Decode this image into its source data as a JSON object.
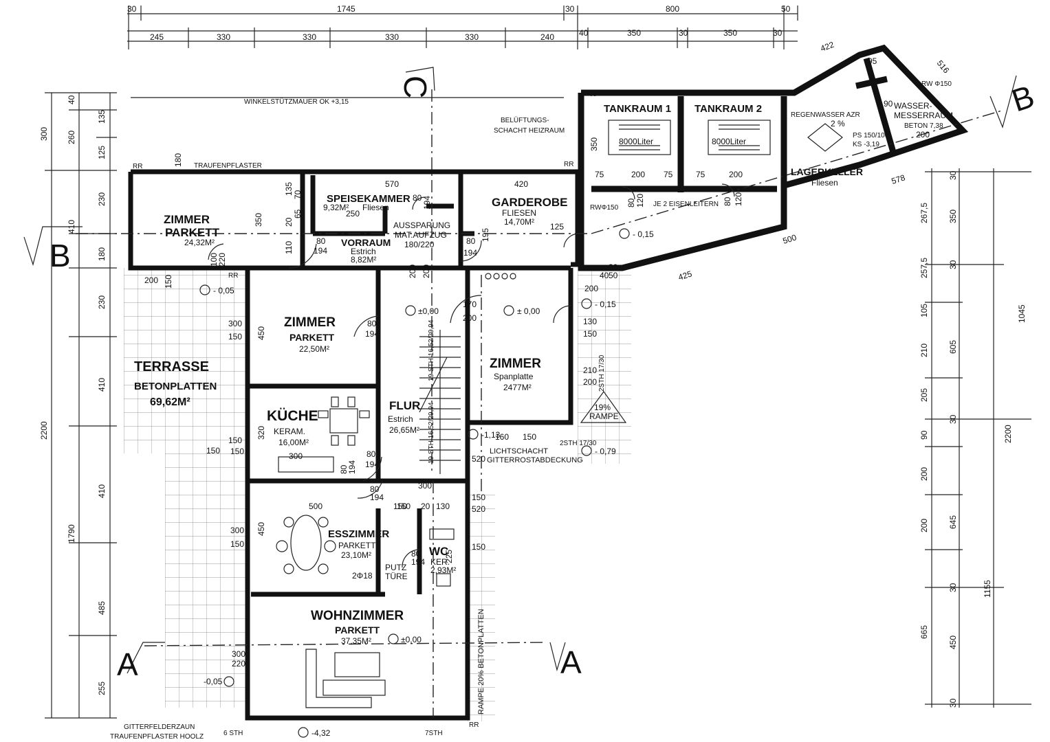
{
  "top_dims_1": [
    "30",
    "1745",
    "30",
    "800",
    "50"
  ],
  "top_dims_2": [
    "245",
    "330",
    "330",
    "330",
    "330",
    "240",
    "40",
    "350",
    "30",
    "350",
    "30"
  ],
  "left_dims_1": [
    "300",
    "410",
    "2200",
    "1790"
  ],
  "left_dims_2": [
    "40",
    "260",
    "230",
    "180",
    "230",
    "410",
    "410",
    "485",
    "255"
  ],
  "left_dims_3": [
    "135",
    "125"
  ],
  "right_dims_1": [
    "1045",
    "2200",
    "1155"
  ],
  "right_dims_2": [
    "30",
    "350",
    "30",
    "605",
    "30",
    "645",
    "30",
    "450",
    "30"
  ],
  "right_dims_3": [
    "267,5",
    "257,5",
    "105",
    "210",
    "205",
    "90",
    "200",
    "200",
    "665"
  ],
  "section_marks": {
    "a": "A",
    "b": "B",
    "c": "C"
  },
  "rooms": {
    "zimmer_w": {
      "name": "ZIMMER",
      "floor": "PARKETT",
      "area": "24,32M²"
    },
    "speisekammer": {
      "name": "SPEISEKAMMER",
      "area": "9,32M²",
      "floor": "Fliesen"
    },
    "vorraum": {
      "name": "VORRAUM",
      "floor": "Estrich",
      "area": "8,82M²"
    },
    "aufzug": {
      "l1": "AUSSPARUNG",
      "l2": "MAT.AUFZUG",
      "l3": "180/220"
    },
    "garderobe": {
      "name": "GARDEROBE",
      "floor": "FLIESEN",
      "area": "14,70M²"
    },
    "tank1": {
      "name": "TANKRAUM 1",
      "tank": "8000Liter"
    },
    "tank2": {
      "name": "TANKRAUM 2",
      "tank": "8000Liter"
    },
    "wasser": {
      "l1": "WASSER-",
      "l2": "MESSERRAUM",
      "l3": "BETON 7,38"
    },
    "lager": {
      "name": "LAGERKELLER",
      "floor": "Fliesen"
    },
    "regen": {
      "l1": "REGENWASSER AZR",
      "l2": "PS 150/100",
      "l3": "KS -3,19"
    },
    "zimmer_c": {
      "name": "ZIMMER",
      "floor": "PARKETT",
      "area": "22,50M²"
    },
    "zimmer_e": {
      "name": "ZIMMER",
      "floor": "Spanplatte",
      "area": "2477M²"
    },
    "terrasse": {
      "name": "TERRASSE",
      "floor": "BETONPLATTEN",
      "area": "69,62M²"
    },
    "kueche": {
      "name": "KÜCHE",
      "floor": "KERAM.",
      "area": "16,00M²"
    },
    "flur": {
      "name": "FLUR",
      "floor": "Estrich",
      "area": "26,65M²"
    },
    "esszimmer": {
      "name": "ESSZIMMER",
      "floor": "PARKETT",
      "area": "23,10M²"
    },
    "wc": {
      "name": "WC",
      "floor": "KER.",
      "area": "2,93M²"
    },
    "putz": {
      "l1": "PUTZ",
      "l2": "TÜRE"
    },
    "wohn": {
      "name": "WOHNZIMMER",
      "floor": "PARKETT",
      "area": "37,35M²"
    }
  },
  "labels": {
    "winkel": "WINKELSTÜTZMAUER OK +3,15",
    "traufen": "TRAUFENPFLASTER",
    "belueftung1": "BELÜFTUNGS-",
    "belueftung2": "SCHACHT HEIZRAUM",
    "leitern": "JE 2 EISENLEITERN",
    "licht1": "LICHTSCHACHT",
    "licht2": "GITTERROSTABDECKUNG",
    "rampe_pct": "19%",
    "rampe": "RAMPE",
    "rampe_long": "RAMPE 20% BETONPLATTEN",
    "gitter": "GITTERFELDERZAUN",
    "traufen_holz": "TRAUFENPFLASTER HOOLZ",
    "stair1": "19 STH 16,52/29,94",
    "stair2": "19 STH 16,52/29,94",
    "sth2": "2STH 17/30",
    "sth2b": "2STH 17/30",
    "sth6": "6 STH",
    "sth7": "7STH",
    "rw150a": "RWΦ150",
    "rw150b": "RW Φ150",
    "rr1": "RR",
    "rr2": "RR",
    "rr3": "RR",
    "rr4": "RR"
  },
  "levels": {
    "l1": "- 0,05",
    "l2": "±0,00",
    "l3": "± 0,00",
    "l4": "- 0,15",
    "l5": "- 0,15",
    "l6": "-1,13",
    "l7": "- 0,79",
    "l8": "±0,00",
    "l9": "-0,05",
    "l10": "-4,32"
  },
  "door_dims": {
    "d1": "80",
    "d2": "194",
    "d3": "80",
    "d4": "194",
    "d5": "80",
    "d6": "194",
    "d7": "80",
    "d8": "194",
    "d9": "80",
    "d10": "194",
    "d11": "80",
    "d12": "194",
    "d13": "80",
    "d14": "194",
    "d15": "125",
    "d16": "100",
    "d17": "220",
    "d18": "2Φ18",
    "d19": "80",
    "d20": "194"
  },
  "misc_dims": {
    "m570": "570",
    "m420": "420",
    "m250": "250",
    "m200a": "200",
    "m200b": "200",
    "m170": "170",
    "m200c": "200",
    "m300a": "300",
    "m150a": "150",
    "m450a": "450",
    "m320": "320",
    "m150b": "150",
    "m300b": "300",
    "m150c": "150",
    "m450b": "450",
    "m300c": "300",
    "m220": "220",
    "m500": "500",
    "m300d": "300",
    "m150d": "150",
    "m20": "20",
    "m130": "130",
    "m350a": "350",
    "m150e": "150",
    "m520a": "520",
    "m520b": "520",
    "m150f": "150",
    "m150g": "150",
    "m225": "225",
    "m130b": "130",
    "m150h": "150",
    "m210": "210",
    "m200d": "200",
    "m422": "422",
    "m516": "516",
    "m578": "578",
    "m500b": "500",
    "m425": "425",
    "m95": "95",
    "m40": "40",
    "m350b": "350",
    "m75a": "75",
    "m200e": "200",
    "m75b": "75",
    "m200f": "200",
    "m75c": "75",
    "m120a": "120",
    "m120b": "120",
    "m80a": "80",
    "m80b": "80",
    "m200g": "200",
    "m150i": "150",
    "m180": "180",
    "m135": "135",
    "m110": "110",
    "m20b": "20",
    "m65": "65",
    "m70": "70",
    "m195": "195",
    "m2pct": "2 %",
    "m90": "90",
    "m200h": "200",
    "m40b": "40",
    "m50": "50",
    "m30": "30",
    "m200i": "200",
    "m150j": "150",
    "m300e": "300",
    "m150k": "150",
    "m160": "160",
    "m150l": "150"
  }
}
